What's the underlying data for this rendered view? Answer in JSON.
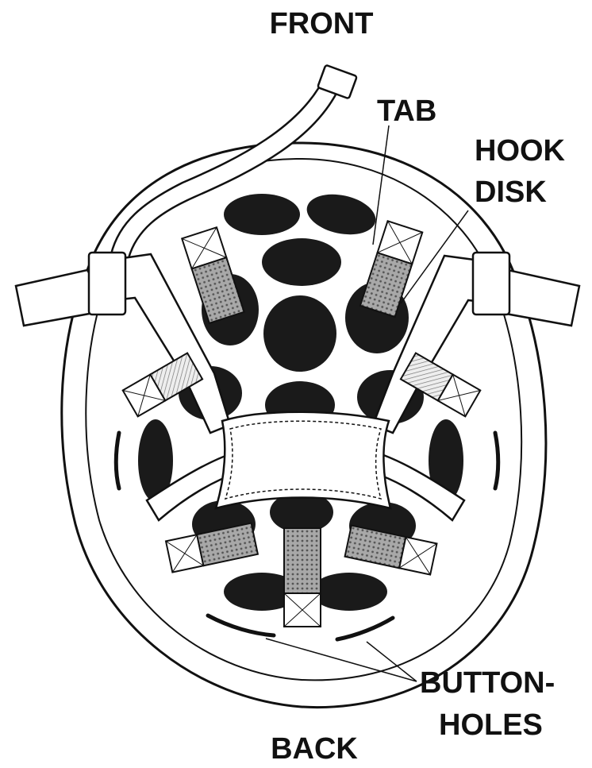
{
  "labels": {
    "front": "FRONT",
    "tab": "TAB",
    "hook_disk_line1": "HOOK",
    "hook_disk_line2": "DISK",
    "buttonholes_line1": "BUTTON-",
    "buttonholes_line2": "HOLES",
    "back": "BACK"
  },
  "colors": {
    "ink": "#111111",
    "pad": "#1a1a1a",
    "tab_fill": "#9a9a9a",
    "background": "#ffffff"
  }
}
